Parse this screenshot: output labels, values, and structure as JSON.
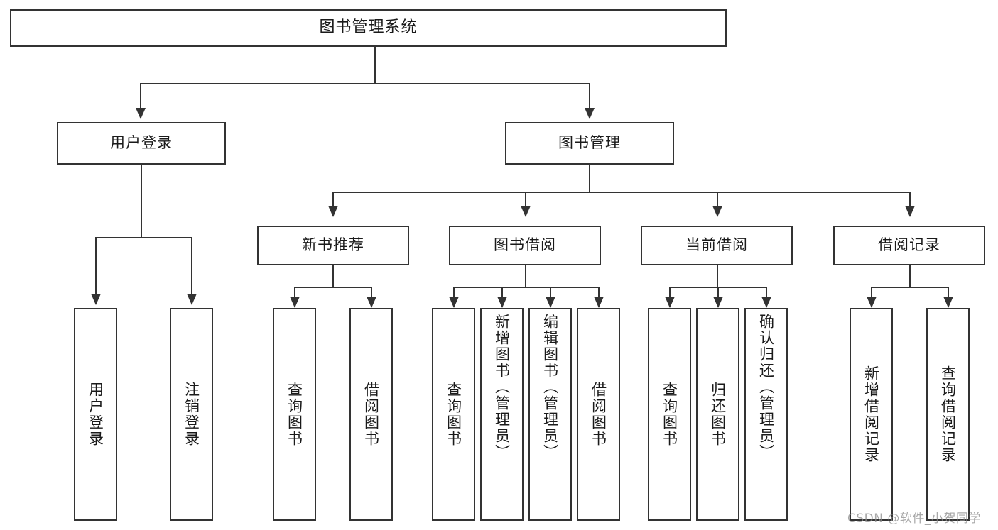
{
  "diagram": {
    "title": "图书管理系统",
    "type": "功能结构图",
    "root": {
      "label": "图书管理系统"
    },
    "level1": [
      {
        "label": "用户登录"
      },
      {
        "label": "图书管理"
      }
    ],
    "level2": [
      {
        "label": "新书推荐"
      },
      {
        "label": "图书借阅"
      },
      {
        "label": "当前借阅"
      },
      {
        "label": "借阅记录"
      }
    ],
    "leaves": {
      "user_login": [
        {
          "label": "用户登录"
        },
        {
          "label": "注销登录"
        }
      ],
      "new_book_recommend": [
        {
          "label": "查询图书"
        },
        {
          "label": "借阅图书"
        }
      ],
      "book_borrow": [
        {
          "label": "查询图书"
        },
        {
          "label": "新增图书（管理员）"
        },
        {
          "label": "编辑图书（管理员）"
        },
        {
          "label": "借阅图书"
        }
      ],
      "current_borrow": [
        {
          "label": "查询图书"
        },
        {
          "label": "归还图书"
        },
        {
          "label": "确认归还（管理员）"
        }
      ],
      "borrow_record": [
        {
          "label": "新增借阅记录"
        },
        {
          "label": "查询借阅记录"
        }
      ]
    }
  },
  "watermark": {
    "text": "CSDN @软件_小贺同学"
  },
  "colors": {
    "stroke": "#333333",
    "background": "#ffffff",
    "text": "#1a1a1a",
    "watermark": "#8c8c8c"
  }
}
